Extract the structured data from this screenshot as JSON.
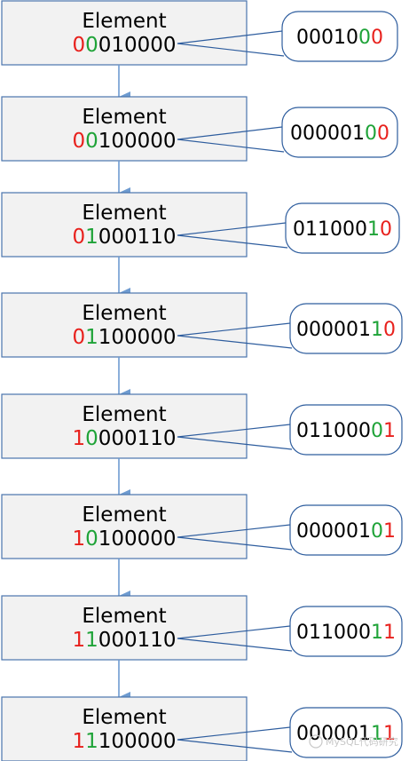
{
  "colors": {
    "red": "#e8211d",
    "green": "#1fa338",
    "black": "#000000",
    "box_fill": "#f2f2f2",
    "box_stroke": "#4a74ad",
    "arrow": "#6e9bd0",
    "connector": "#2e5d9e"
  },
  "elements": [
    {
      "label": "Element",
      "key": [
        {
          "t": "0",
          "c": "red"
        },
        {
          "t": "0",
          "c": "green"
        },
        {
          "t": "010000",
          "c": "black"
        }
      ],
      "callout": [
        {
          "t": "00010",
          "c": "black"
        },
        {
          "t": "0",
          "c": "green"
        },
        {
          "t": "0",
          "c": "red"
        }
      ]
    },
    {
      "label": "Element",
      "key": [
        {
          "t": "0",
          "c": "red"
        },
        {
          "t": "0",
          "c": "green"
        },
        {
          "t": "100000",
          "c": "black"
        }
      ],
      "callout": [
        {
          "t": "000001",
          "c": "black"
        },
        {
          "t": "0",
          "c": "green"
        },
        {
          "t": "0",
          "c": "red"
        }
      ]
    },
    {
      "label": "Element",
      "key": [
        {
          "t": "0",
          "c": "red"
        },
        {
          "t": "1",
          "c": "green"
        },
        {
          "t": "000110",
          "c": "black"
        }
      ],
      "callout": [
        {
          "t": "011000",
          "c": "black"
        },
        {
          "t": "1",
          "c": "green"
        },
        {
          "t": "0",
          "c": "red"
        }
      ]
    },
    {
      "label": "Element",
      "key": [
        {
          "t": "0",
          "c": "red"
        },
        {
          "t": "1",
          "c": "green"
        },
        {
          "t": "100000",
          "c": "black"
        }
      ],
      "callout": [
        {
          "t": "000001",
          "c": "black"
        },
        {
          "t": "1",
          "c": "green"
        },
        {
          "t": "0",
          "c": "red"
        }
      ]
    },
    {
      "label": "Element",
      "key": [
        {
          "t": "1",
          "c": "red"
        },
        {
          "t": "0",
          "c": "green"
        },
        {
          "t": "000110",
          "c": "black"
        }
      ],
      "callout": [
        {
          "t": "011000",
          "c": "black"
        },
        {
          "t": "0",
          "c": "green"
        },
        {
          "t": "1",
          "c": "red"
        }
      ]
    },
    {
      "label": "Element",
      "key": [
        {
          "t": "1",
          "c": "red"
        },
        {
          "t": "0",
          "c": "green"
        },
        {
          "t": "100000",
          "c": "black"
        }
      ],
      "callout": [
        {
          "t": "000001",
          "c": "black"
        },
        {
          "t": "0",
          "c": "green"
        },
        {
          "t": "1",
          "c": "red"
        }
      ]
    },
    {
      "label": "Element",
      "key": [
        {
          "t": "1",
          "c": "red"
        },
        {
          "t": "1",
          "c": "green"
        },
        {
          "t": "000110",
          "c": "black"
        }
      ],
      "callout": [
        {
          "t": "011000",
          "c": "black"
        },
        {
          "t": "1",
          "c": "green"
        },
        {
          "t": "1",
          "c": "red"
        }
      ]
    },
    {
      "label": "Element",
      "key": [
        {
          "t": "1",
          "c": "red"
        },
        {
          "t": "1",
          "c": "green"
        },
        {
          "t": "100000",
          "c": "black"
        }
      ],
      "callout": [
        {
          "t": "000001",
          "c": "black"
        },
        {
          "t": "1",
          "c": "green"
        },
        {
          "t": "1",
          "c": "red"
        }
      ]
    }
  ],
  "watermark": "MySQL代码研究"
}
